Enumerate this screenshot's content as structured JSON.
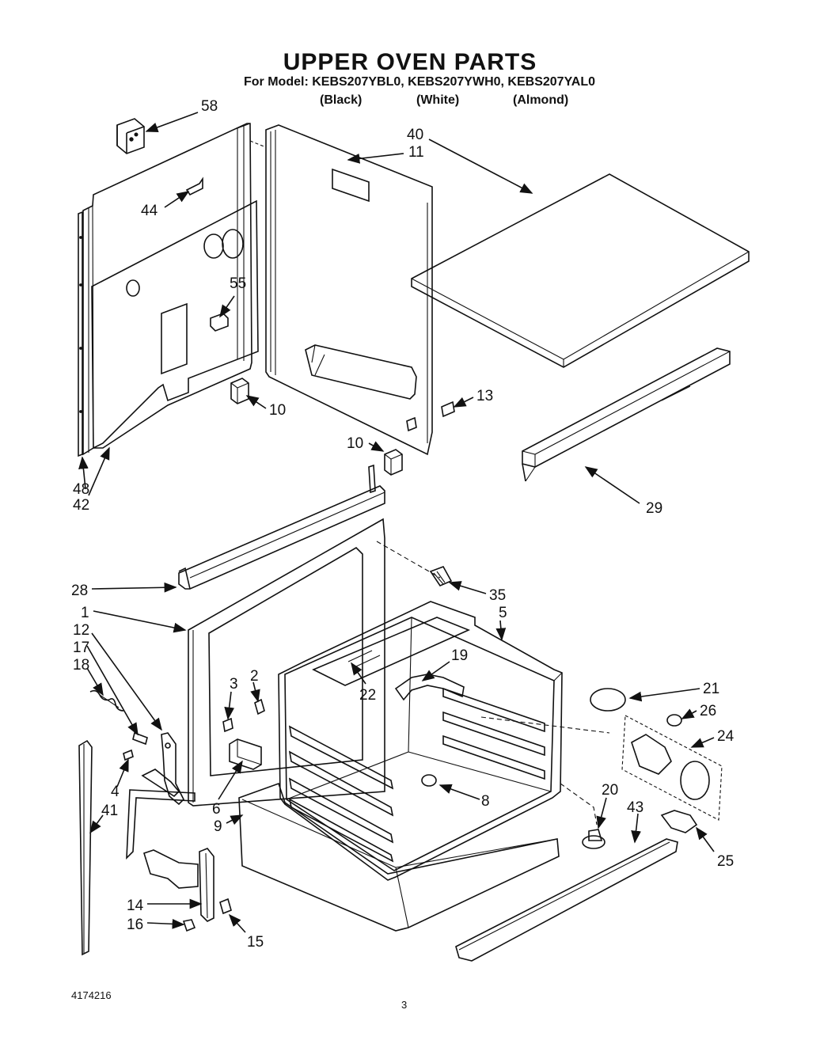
{
  "header": {
    "title": "UPPER OVEN PARTS",
    "models_line": "For Model: KEBS207YBL0, KEBS207YWH0, KEBS207YAL0",
    "colors": [
      "(Black)",
      "(White)",
      "(Almond)"
    ]
  },
  "footer": {
    "doc_number": "4174216",
    "page_number": "3"
  },
  "callouts": [
    "58",
    "44",
    "55",
    "40",
    "11",
    "10",
    "13",
    "10",
    "48",
    "42",
    "29",
    "28",
    "35",
    "1",
    "5",
    "12",
    "17",
    "18",
    "19",
    "3",
    "2",
    "22",
    "21",
    "26",
    "24",
    "4",
    "8",
    "6",
    "9",
    "20",
    "43",
    "41",
    "14",
    "16",
    "15",
    "25"
  ]
}
